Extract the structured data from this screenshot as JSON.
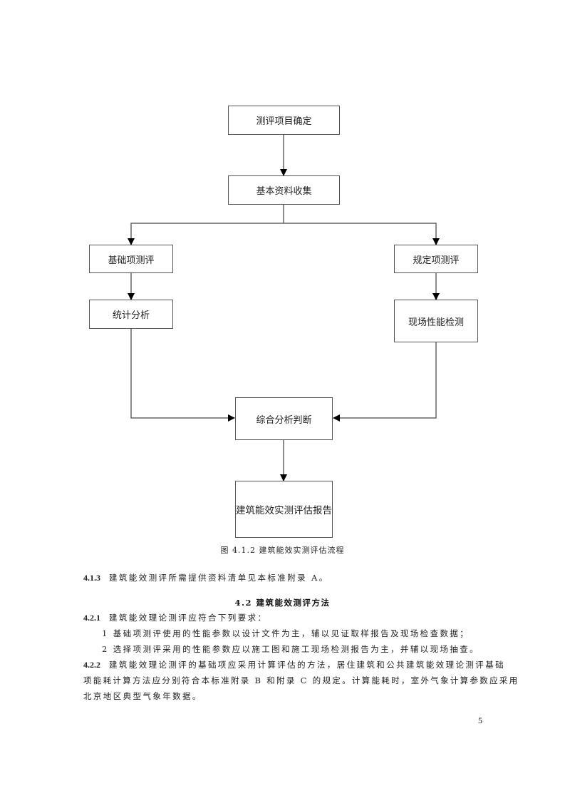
{
  "flowchart": {
    "nodes": {
      "project_confirm": "测评项目确定",
      "data_collect": "基本资料收集",
      "basic_eval": "基础项测评",
      "stat_analysis": "统计分析",
      "required_eval": "规定项测评",
      "field_test": "现场性能检测",
      "comprehensive": "综合分析判断",
      "report": "建筑能效实测评估报告"
    },
    "caption": "图 4.1.2  建筑能效实测评估流程"
  },
  "sections": {
    "p413": {
      "num": "4.1.3",
      "text": "建筑能效测评所需提供资料清单见本标准附录 A。"
    },
    "heading42": "4.2 建筑能效测评方法",
    "p421": {
      "num": "4.2.1",
      "text": "建筑能效理论测评应符合下列要求："
    },
    "item1": "1 基础项测评使用的性能参数以设计文件为主，辅以见证取样报告及现场检查数据；",
    "item2": "2 选择项测评采用的性能参数应以施工图和施工现场检测报告为主，并辅以现场抽查。",
    "p422": {
      "num": "4.2.2",
      "line1": "建筑能效理论测评的基础项应采用计算评估的方法，居住建筑和公共建筑能效理论测评基础",
      "line2": "项能耗计算方法应分别符合本标准附录 B 和附录 C 的规定。计算能耗时，室外气象计算参数应采用",
      "line3": "北京地区典型气象年数据。"
    }
  },
  "page_number": "5"
}
